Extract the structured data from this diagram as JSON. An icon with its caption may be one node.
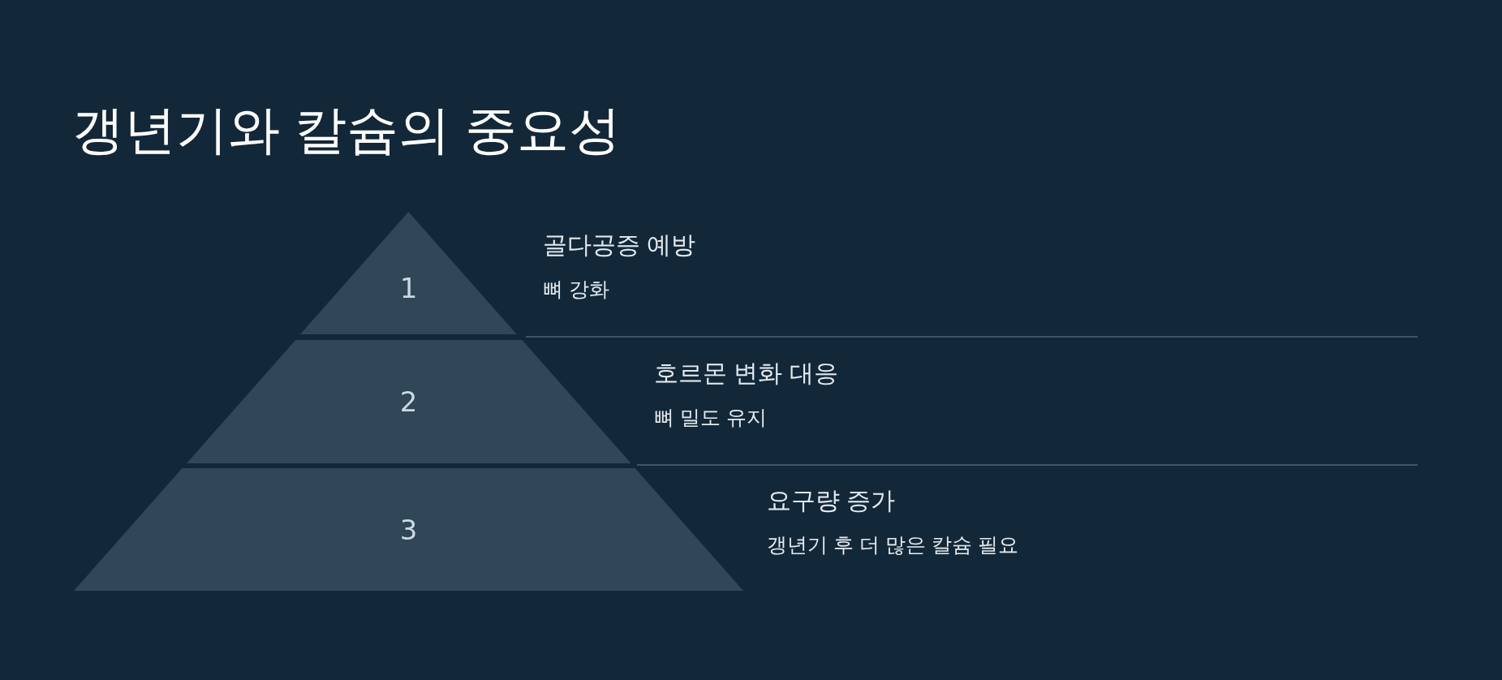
{
  "diagram": {
    "title": "갱년기와 칼슘의 중요성",
    "nodes": [
      {
        "text": [
          "1"
        ],
        "beside": [
          "골다공증 예방",
          "뼈 강화"
        ]
      },
      {
        "text": [
          "2"
        ],
        "beside": [
          "호르몬 변화 대응",
          "뼈 밀도 유지"
        ]
      },
      {
        "text": [
          "3"
        ],
        "beside": [
          "요구량 증가",
          "갱년기 후 더 많은 칼슘 필요"
        ]
      }
    ]
  }
}
